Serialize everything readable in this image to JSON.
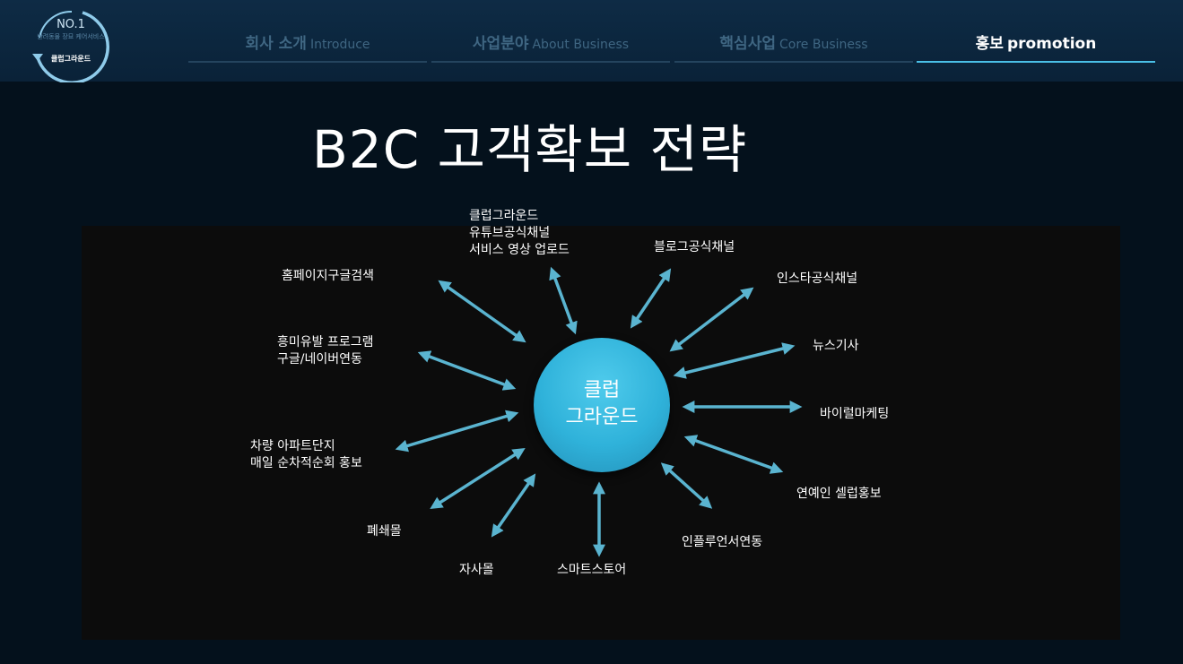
{
  "logo": {
    "badge": "NO.1",
    "subtitle": "반려동물 장묘 케어서비스",
    "name": "클럽그라운드"
  },
  "nav": [
    {
      "ko": "회사 소개",
      "en": "Introduce"
    },
    {
      "ko": "사업분야",
      "en": "About Business"
    },
    {
      "ko": "핵심사업",
      "en": "Core Business"
    },
    {
      "ko": "홍보",
      "en": "promotion"
    }
  ],
  "active_nav": "홍보 promotion",
  "title": "B2C  고객확보 전략",
  "center": {
    "line1": "클럽",
    "line2": "그라운드"
  },
  "nodes": {
    "youtube": [
      "클럽그라운드",
      "유튜브공식채널",
      "서비스 영상 업로드"
    ],
    "blog": "블로그공식채널",
    "insta": "인스타공식채널",
    "news": "뉴스기사",
    "viral": "바이럴마케팅",
    "celeb": "연예인 셀럽홍보",
    "influencer": "인플루언서연동",
    "smartstore": "스마트스토어",
    "own_mall": "자사몰",
    "closed_mall": "폐쇄몰",
    "apartment": [
      "차량 아파트단지",
      "매일 순차적순회 홍보"
    ],
    "program": [
      "흥미유발 프로그램",
      "구글/네이버연동"
    ],
    "homepage": "홈페이지구글검색"
  },
  "colors": {
    "arrow": "#5ab4d0",
    "accent": "#4ac0e6",
    "center": "#33b6de"
  }
}
